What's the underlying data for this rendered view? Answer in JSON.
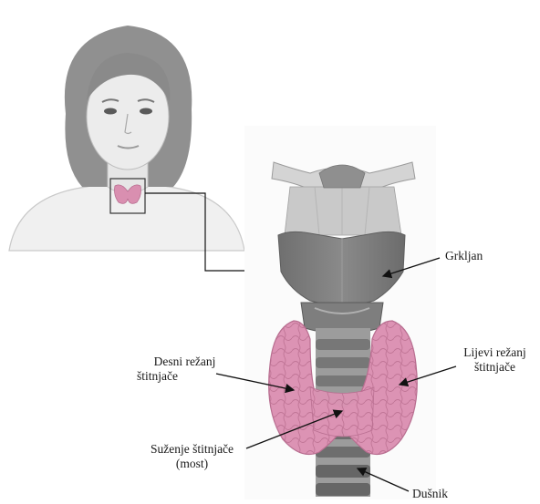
{
  "labels": {
    "larynx": "Grkljan",
    "right_lobe_line1": "Desni režanj",
    "right_lobe_line2": "štitnjače",
    "left_lobe_line1": "Lijevi režanj",
    "left_lobe_line2": "štitnjače",
    "isthmus_line1": "Suženje štitnjače",
    "isthmus_line2": "(most)",
    "trachea": "Dušnik"
  },
  "colors": {
    "thyroid": "#d98fb0",
    "thyroid_dark": "#b86e90",
    "cartilage_light": "#cfcfcf",
    "cartilage_dark": "#7d7d7d",
    "hair": "#8e8e8e",
    "skin": "#ececec"
  }
}
